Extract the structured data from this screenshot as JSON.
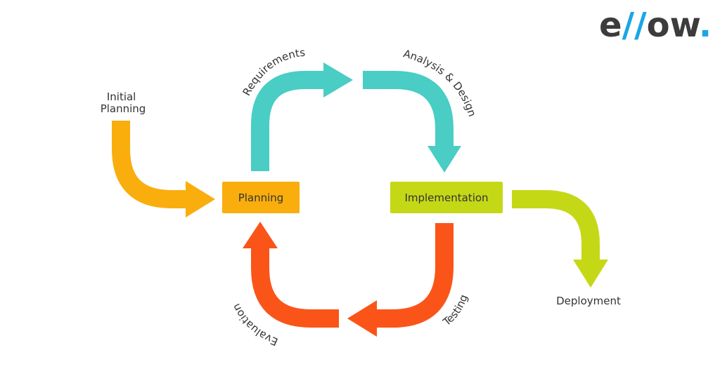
{
  "logo": {
    "prefix": "e",
    "slashes": "//",
    "suffix": "ow",
    "dot": ".",
    "text_color": "#3c3c3c",
    "accent_color": "#1aa6e6"
  },
  "nodes": {
    "planning": {
      "label": "Planning",
      "color": "#f9ae0e",
      "text_color": "#333333"
    },
    "implementation": {
      "label": "Implementation",
      "color": "#c5d816",
      "text_color": "#333333"
    }
  },
  "arrows": {
    "initial_planning": {
      "label_lines": [
        "Initial",
        "Planning"
      ],
      "color": "#f9ae0e"
    },
    "requirements": {
      "label": "Requirements",
      "color": "#49cdc5"
    },
    "analysis_design": {
      "label": "Analysis & Design",
      "color": "#49cdc5"
    },
    "deployment": {
      "label": "Deployment",
      "color": "#c5d816"
    },
    "testing": {
      "label": "Testing",
      "color": "#fb5419"
    },
    "evaluation": {
      "label": "Evaluation",
      "color": "#fb5419"
    }
  }
}
